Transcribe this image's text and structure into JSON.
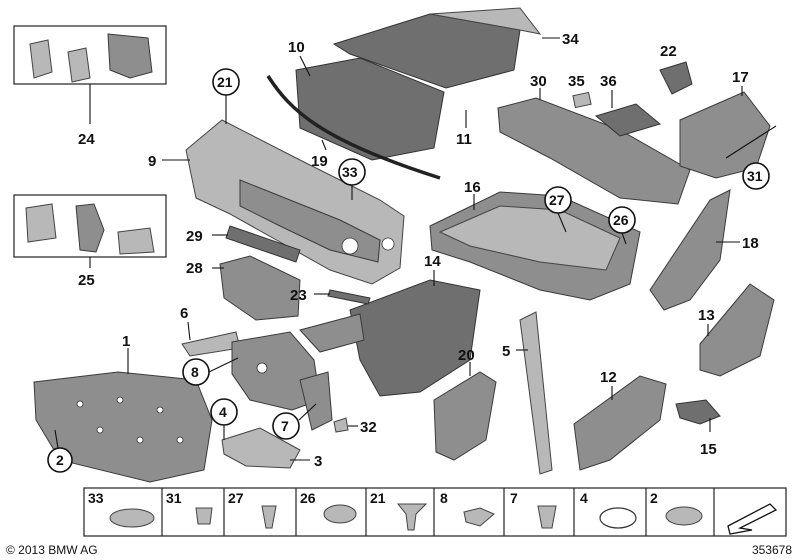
{
  "callouts": {
    "c1": "1",
    "c2": "2",
    "c3": "3",
    "c4": "4",
    "c5": "5",
    "c6": "6",
    "c7": "7",
    "c8": "8",
    "c9": "9",
    "c10": "10",
    "c11": "11",
    "c12": "12",
    "c13": "13",
    "c14": "14",
    "c15": "15",
    "c16": "16",
    "c17": "17",
    "c18": "18",
    "c19": "19",
    "c20": "20",
    "c21": "21",
    "c22": "22",
    "c23": "23",
    "c24": "24",
    "c25": "25",
    "c26": "26",
    "c27": "27",
    "c28": "28",
    "c29": "29",
    "c30": "30",
    "c31": "31",
    "c32": "32",
    "c33": "33",
    "c34": "34",
    "c35": "35",
    "c36": "36"
  },
  "fastener_strip": {
    "items": [
      "33",
      "31",
      "27",
      "26",
      "21",
      "8",
      "7",
      "4",
      "2"
    ]
  },
  "footer": {
    "copyright": "© 2013 BMW AG",
    "doc_number": "353678"
  },
  "colors": {
    "part_fill": "#8e8e8e",
    "part_dark": "#6f6f6f",
    "outline": "#333333",
    "background": "#ffffff"
  }
}
